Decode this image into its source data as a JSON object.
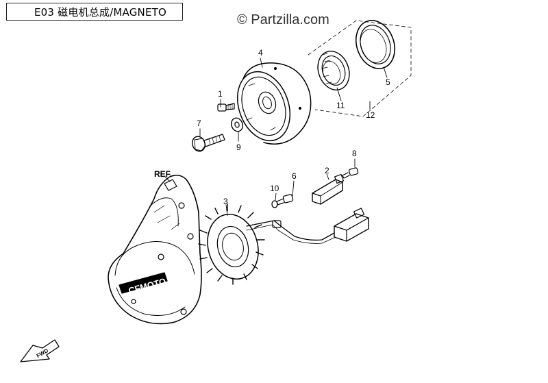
{
  "header": {
    "title": "E03 磁电机总成/MAGNETO"
  },
  "watermark": "© Partzilla.com",
  "callouts": {
    "c1": "1",
    "c2": "2",
    "c3": "3",
    "c4": "4",
    "c5": "5",
    "c6": "6",
    "c7": "7",
    "c8": "8",
    "c9": "9",
    "c10": "10",
    "c11": "11",
    "c12": "12"
  },
  "ref_label": "REF.",
  "cover_logo": "CFMOTO",
  "fwd_label": "FWD"
}
